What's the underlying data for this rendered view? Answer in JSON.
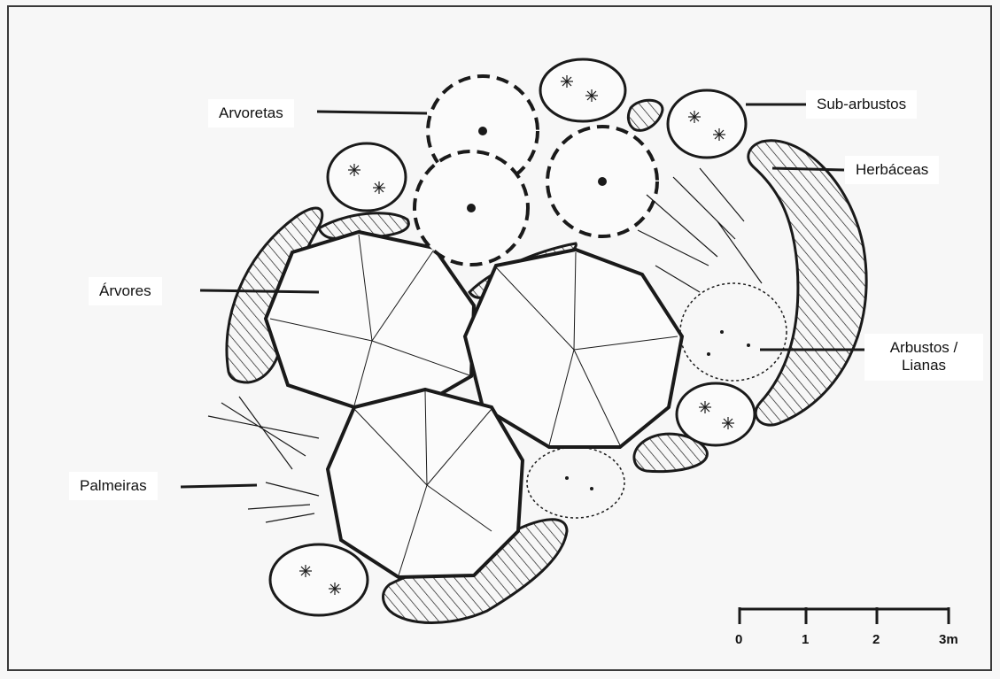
{
  "labels": {
    "arvoretas": "Arvoretas",
    "sub_arbustos": "Sub-arbustos",
    "herbaceas": "Herbáceas",
    "arvores": "Árvores",
    "arbustos_lianas": "Arbustos / Lianas",
    "palmeiras": "Palmeiras"
  },
  "scale_bar": {
    "ticks": [
      "0",
      "1",
      "2",
      "3m"
    ]
  },
  "colors": {
    "ink": "#1a1a1a",
    "paper": "#f7f7f7",
    "label_bg": "#ffffff"
  }
}
